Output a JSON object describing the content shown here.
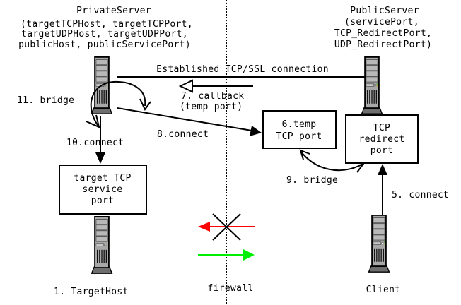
{
  "colors": {
    "line": "#000000",
    "blocked": "#ff0000",
    "allowed": "#00ee00",
    "server_body": "#a8a8a8",
    "server_dark": "#6e6e6e"
  },
  "nodes": {
    "private_server": {
      "title": "PrivateServer",
      "params": [
        "(targetTCPHost, targetTCPPort,",
        "targetUDPHost, targetUDPPort,",
        "publicHost, publicServicePort)"
      ]
    },
    "public_server": {
      "title": "PublicServer",
      "params": [
        "(servicePort,",
        "TCP_RedirectPort,",
        "UDP_RedirectPort)"
      ]
    },
    "target_host": {
      "label": "1.  TargetHost"
    },
    "client": {
      "label": "Client"
    },
    "firewall": {
      "label": "firewall"
    }
  },
  "boxes": {
    "temp_port": [
      "6.temp",
      "TCP port"
    ],
    "redirect_port": [
      "TCP",
      "redirect",
      "port"
    ],
    "target_service": [
      "target TCP",
      "service",
      "port"
    ]
  },
  "edges": {
    "established": "Established TCP/SSL connection",
    "callback": [
      "7. callback",
      "(temp port)"
    ],
    "connect8": "8.connect",
    "connect10": "10.connect",
    "bridge11": "11. bridge",
    "bridge9": "9. bridge",
    "connect5": "5. connect"
  },
  "icons": {
    "server": "server-tower-icon",
    "blocked_arrow": "red-arrow-crossed-icon",
    "allowed_arrow": "green-arrow-icon"
  }
}
